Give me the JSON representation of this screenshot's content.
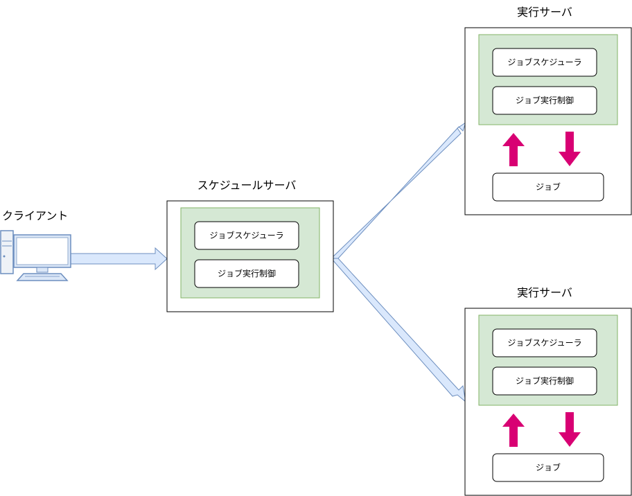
{
  "client": {
    "label": "クライアント",
    "icon": "desktop-computer-icon"
  },
  "schedule_server": {
    "title": "スケジュールサーバ",
    "components": [
      "ジョブスケジューラ",
      "ジョブ実行制御"
    ]
  },
  "exec_servers": [
    {
      "title": "実行サーバ",
      "components": [
        "ジョブスケジューラ",
        "ジョブ実行制御"
      ],
      "job": "ジョブ"
    },
    {
      "title": "実行サーバ",
      "components": [
        "ジョブスケジューラ",
        "ジョブ実行制御"
      ],
      "job": "ジョブ"
    }
  ],
  "colors": {
    "server_border": "#000000",
    "group_fill": "#d5e8d4",
    "group_border": "#82b366",
    "flow_arrow_fill": "#dae8fc",
    "flow_arrow_stroke": "#6c8ebf",
    "job_arrow_fill": "#d80073"
  }
}
